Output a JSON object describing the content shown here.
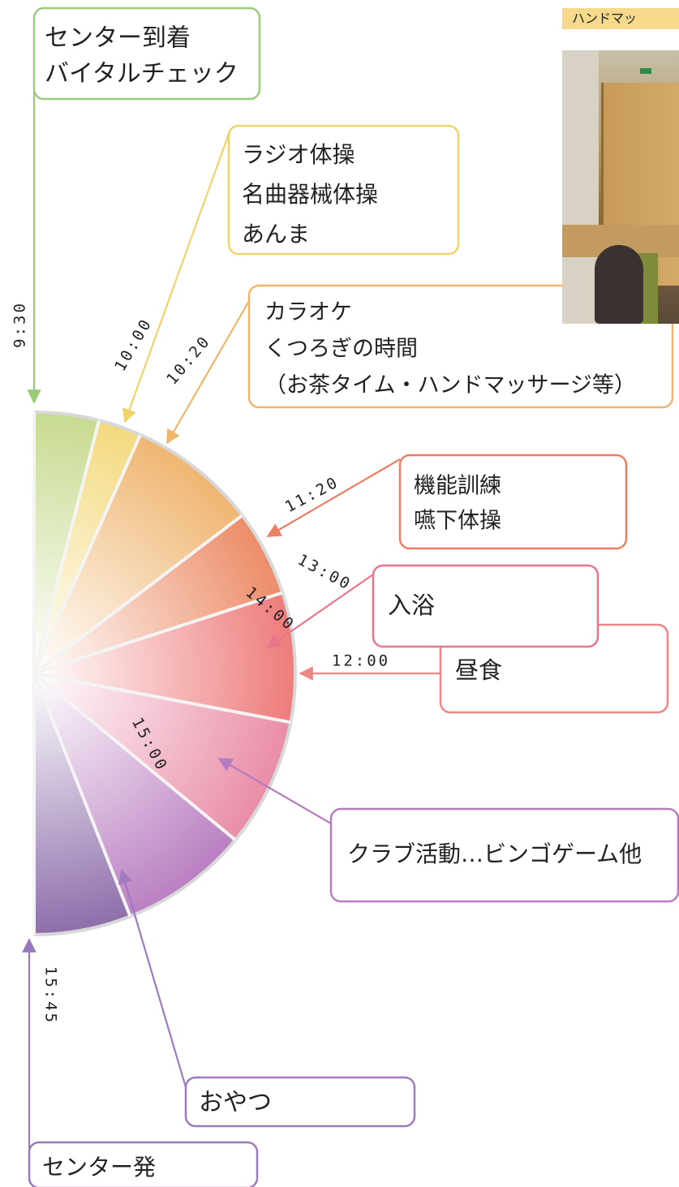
{
  "photo": {
    "caption": "ハンドマッ",
    "description_icon": "photo-placeholder"
  },
  "chart_data": {
    "type": "pie",
    "segments": [
      {
        "start": "9:30",
        "end": "10:00",
        "lines": [
          "センター到着",
          "バイタルチェック"
        ],
        "color": "#c6da8e",
        "line_color": "#9acb78"
      },
      {
        "start": "10:00",
        "end": "10:20",
        "lines": [
          "ラジオ体操",
          "名曲器械体操",
          "あんま"
        ],
        "color": "#f3d97a",
        "line_color": "#f1d36b"
      },
      {
        "start": "10:20",
        "end": "11:20",
        "lines": [
          "カラオケ",
          "くつろぎの時間",
          "（お茶タイム・ハンドマッサージ等）"
        ],
        "color": "#efb46e",
        "line_color": "#f0b56a"
      },
      {
        "start": "11:20",
        "end": "12:00",
        "lines": [
          "機能訓練",
          "嚥下体操"
        ],
        "color": "#ec8a64",
        "line_color": "#ec7f63"
      },
      {
        "start": "12:00",
        "end": "13:00",
        "lines": [
          "昼食"
        ],
        "color": "#ee7878",
        "line_color": "#ef8686"
      },
      {
        "start": "13:00",
        "end": "14:00",
        "lines": [
          "入浴"
        ],
        "color": "#e98aa5",
        "line_color": "#e8768a"
      },
      {
        "start": "14:00",
        "end": "15:00",
        "lines": [
          "クラブ活動…ビンゴゲーム他"
        ],
        "color": "#b87cc0",
        "line_color": "#b67cc0"
      },
      {
        "start": "15:00",
        "end": "15:45",
        "lines": [],
        "color": "#8a6aa8",
        "line_color": "#9a78bc"
      }
    ],
    "extra_boxes": [
      {
        "time": "15:00",
        "lines": [
          "おやつ"
        ],
        "line_color": "#a07ac0"
      },
      {
        "time": "15:45",
        "lines": [
          "センター発"
        ],
        "line_color": "#9a78bc"
      }
    ],
    "time_labels": [
      "9:30",
      "10:00",
      "10:20",
      "11:20",
      "12:00",
      "13:00",
      "14:00",
      "15:00",
      "15:45"
    ]
  }
}
